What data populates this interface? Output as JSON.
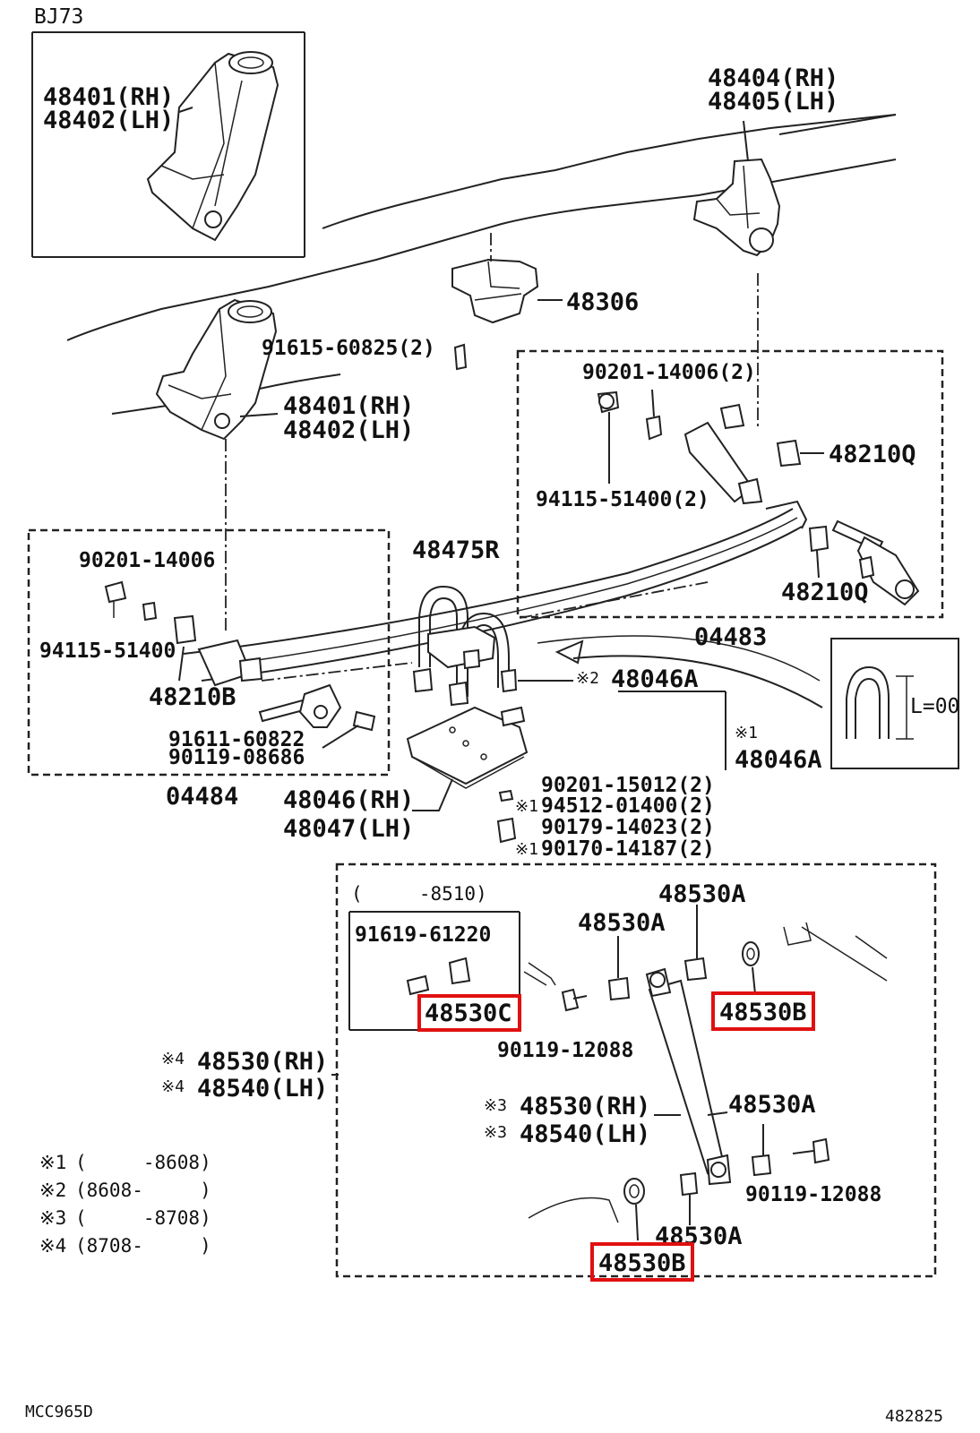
{
  "corner": {
    "model": "BJ73",
    "bottom_left": "MCC965D",
    "bottom_right": "482825"
  },
  "labels": {
    "inset_rh": "48401(RH)",
    "inset_lh": "48402(LH)",
    "rear_bracket_rh": "48404(RH)",
    "rear_bracket_lh": "48405(LH)",
    "bumper": "48306",
    "bolt_top": "91615-60825(2)",
    "front_bracket_rh": "48401(RH)",
    "front_bracket_lh": "48402(LH)",
    "bush_right_1": "90201-14006(2)",
    "bush_right_2": "94115-51400(2)",
    "shackle_q1": "48210Q",
    "shackle_q2": "48210Q",
    "ubolt_r": "48475R",
    "leaf_spring": "04483",
    "washer_left": "90201-14006",
    "nut_left": "94115-51400",
    "bushing_b": "48210B",
    "pin_1": "91611-60822",
    "pin_2": "90119-08686",
    "kit_left": "04484",
    "ubolt_a2": "48046A",
    "ubolt_a1": "48046A",
    "seat_rh": "48046(RH)",
    "seat_lh": "48047(LH)",
    "hw_1": "90201-15012(2)",
    "hw_2": "94512-01400(2)",
    "hw_3": "90179-14023(2)",
    "hw_4": "90170-14187(2)",
    "mark_1": "※1",
    "mark_2": "※2",
    "mark_3": "※3",
    "mark_4": "※4",
    "uinset_len": "L=00",
    "range_8510": "(     -8510)",
    "bolt_61220": "91619-61220",
    "part_530c": "48530C",
    "a_1": "48530A",
    "a_2": "48530A",
    "a_3": "48530A",
    "a_4": "48530A",
    "part_530b_top": "48530B",
    "part_530b_bot": "48530B",
    "bolt_12088_1": "90119-12088",
    "bolt_12088_2": "90119-12088",
    "shock_rh_outer": "48530(RH)",
    "shock_lh_outer": "48540(LH)",
    "shock_rh_inner": "48530(RH)",
    "shock_lh_inner": "48540(LH)"
  },
  "notes": [
    {
      "mark": "※1",
      "range": "(     -8608)"
    },
    {
      "mark": "※2",
      "range": "(8608-     )"
    },
    {
      "mark": "※3",
      "range": "(     -8708)"
    },
    {
      "mark": "※4",
      "range": "(8708-     )"
    }
  ],
  "highlight_color": "#e01010"
}
